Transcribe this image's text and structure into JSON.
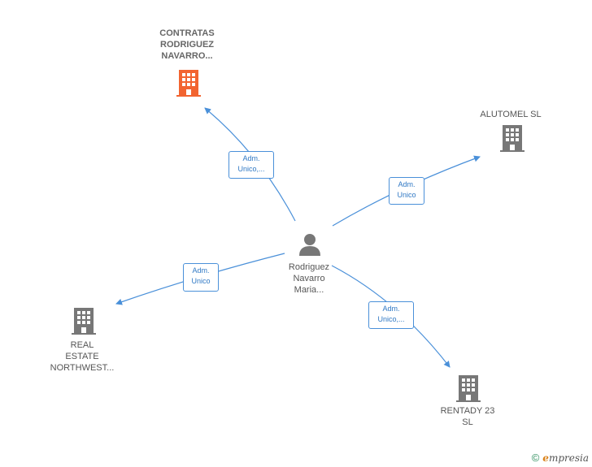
{
  "center": {
    "lines": [
      "Rodriguez",
      "Navarro",
      "Maria..."
    ]
  },
  "companies": {
    "contratas": {
      "lines": [
        "CONTRATAS",
        "RODRIGUEZ",
        "NAVARRO..."
      ],
      "color": "#f26430"
    },
    "alutomel": {
      "lines": [
        "ALUTOMEL SL"
      ],
      "color": "#777777"
    },
    "real_estate": {
      "lines": [
        "REAL",
        "ESTATE",
        "NORTHWEST..."
      ],
      "color": "#777777"
    },
    "rentady": {
      "lines": [
        "RENTADY 23",
        "SL"
      ],
      "color": "#777777"
    }
  },
  "edges": {
    "contratas": [
      "Adm.",
      "Unico,..."
    ],
    "alutomel": [
      "Adm.",
      "Unico"
    ],
    "real_estate": [
      "Adm.",
      "Unico"
    ],
    "rentady": [
      "Adm.",
      "Unico,..."
    ]
  },
  "edge_color": "#4a90d9",
  "brand": {
    "copyright": "©",
    "e": "e",
    "rest": "mpresia"
  }
}
